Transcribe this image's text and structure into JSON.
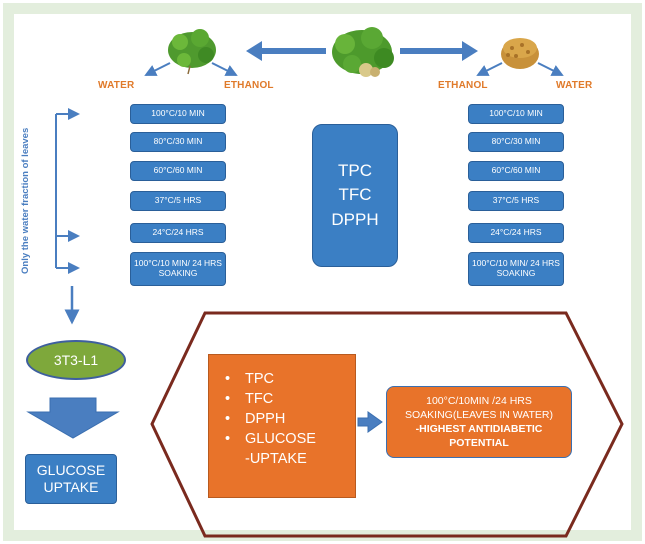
{
  "extraction": {
    "leaf_branch": {
      "left": "WATER",
      "right": "ETHANOL"
    },
    "seed_branch": {
      "left": "ETHANOL",
      "right": "WATER"
    }
  },
  "vertical_label": "Only the water fraction of leaves",
  "conditions": [
    "100°C/10 MIN",
    "80°C/30 MIN",
    "60°C/60 MIN",
    "37°C/5 HRS",
    "24°C/24 HRS",
    "100°C/10 MIN/ 24 HRS SOAKING"
  ],
  "assays": [
    "TPC",
    "TFC",
    "DPPH"
  ],
  "cell_line": "3T3-L1",
  "glucose_uptake": [
    "GLUCOSE",
    "UPTAKE"
  ],
  "final_assays": [
    "TPC",
    "TFC",
    "DPPH",
    "GLUCOSE",
    "-UPTAKE"
  ],
  "result": {
    "line1": "100°C/10MIN /24 HRS",
    "line2": "SOAKING(LEAVES IN WATER)",
    "line3": "-HIGHEST ANTIDIABETIC",
    "line4": "POTENTIAL"
  },
  "colors": {
    "blue_box": "#3b7fc4",
    "orange": "#e8732a",
    "orange_label": "#e07a2a",
    "hexagon_border": "#7a2a1e",
    "oval_green": "#7ea83b",
    "background_green": "#d9e8d4"
  }
}
